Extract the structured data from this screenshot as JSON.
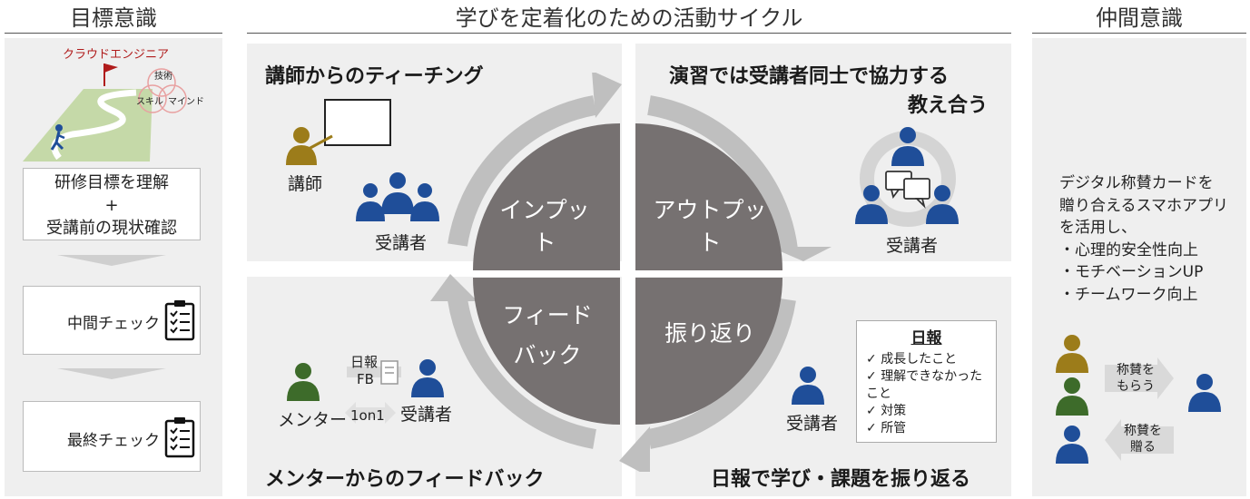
{
  "headers": {
    "left": "目標意識",
    "center": "学びを定着化のための活動サイクル",
    "right": "仲間意識"
  },
  "left": {
    "flag_label": "クラウドエンジニア",
    "venn": [
      "技術",
      "スキル",
      "マインド"
    ],
    "step1_line1": "研修目標を理解",
    "step1_plus": "+",
    "step1_line2": "受講前の現状確認",
    "step2": "中間チェック",
    "step3": "最終チェック"
  },
  "cycle": {
    "input": "インプット",
    "output": "アウトプット",
    "feedback_line1": "フィード",
    "feedback_line2": "バック",
    "reflect": "振り返り"
  },
  "panels": {
    "tl_title": "講師からのティーチング",
    "tl_teacher": "講師",
    "tl_students": "受講者",
    "tr_title_line1": "演習では受講者同士で協力する",
    "tr_title_line2": "教え合う",
    "tr_students": "受講者",
    "bl_title": "メンターからのフィードバック",
    "bl_report_line1": "日報",
    "bl_report_line2": "FB",
    "bl_mentor": "メンター",
    "bl_1on1": "1on1",
    "bl_student": "受講者",
    "br_title": "日報で学び・課題を振り返る",
    "br_student": "受講者",
    "br_report_title": "日報",
    "br_report_items": [
      "成長したこと",
      "理解できなかったこと",
      "対策",
      "所管"
    ]
  },
  "right": {
    "desc_lines": [
      "デジタル称賛カードを",
      "贈り合えるスマホアプリ",
      "を活用し、",
      "・心理的安全性向上",
      "・モチベーションUP",
      "・チームワーク向上"
    ],
    "receive_line1": "称賛を",
    "receive_line2": "もらう",
    "give_line1": "称賛を",
    "give_line2": "贈る"
  },
  "colors": {
    "panel_bg": "#efefef",
    "cycle_dark": "#767171",
    "cycle_ring": "#bfbfbf",
    "navy": "#1f4e99",
    "gold": "#9c7c1a",
    "green": "#3d6b2a",
    "flag_red": "#b01c1c",
    "venn_pink": "#e8a0a0",
    "mountain": "#c5d9a8"
  },
  "icons": [
    "flag-icon",
    "runner-icon",
    "clipboard-icon",
    "person-icon",
    "chat-bubbles-icon",
    "report-icon",
    "whiteboard-icon"
  ]
}
